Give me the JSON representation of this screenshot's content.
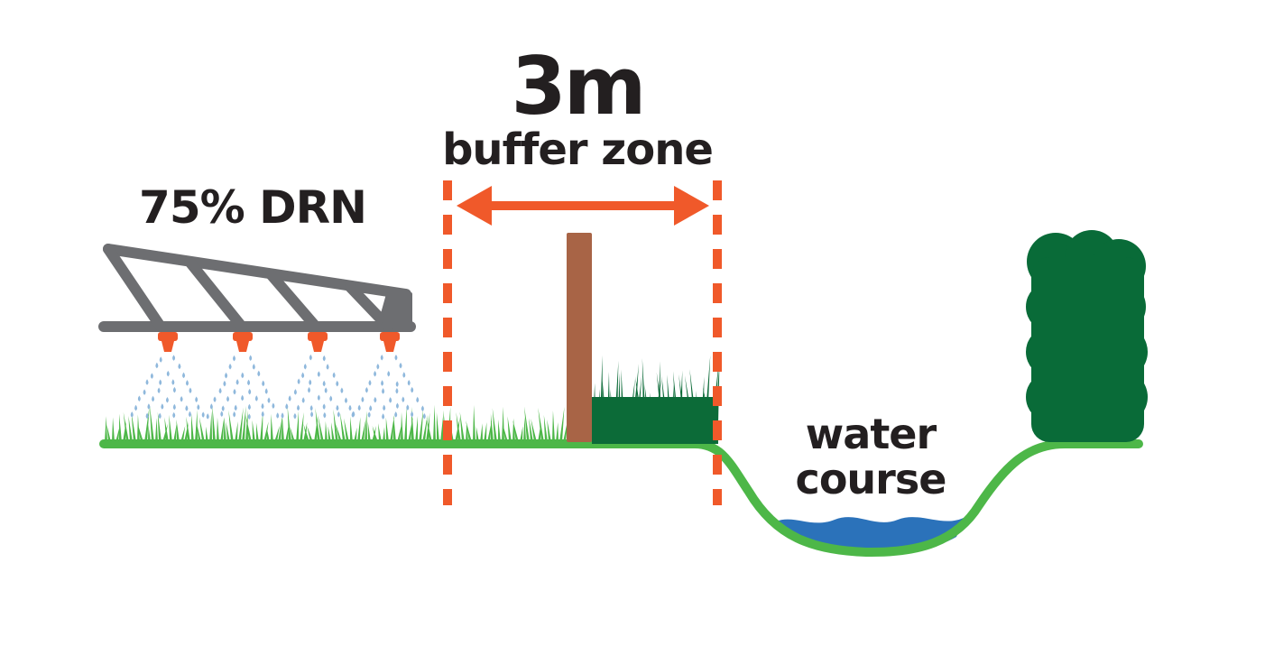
{
  "labels": {
    "buffer_distance": "3m",
    "buffer_text": "buffer zone",
    "drift_reduction": "75% DRN",
    "water_line1": "water",
    "water_line2": "course"
  },
  "colors": {
    "orange": "#f0592a",
    "grass_light": "#4db748",
    "grass_dark": "#0c6b38",
    "hedge": "#096b38",
    "water": "#2b72ba",
    "boom": "#6d6e71",
    "post": "#a86446",
    "droplet": "#8fb8dc",
    "text": "#231f20"
  },
  "icons": {
    "boom": "crop-sprayer-boom-icon",
    "nozzle": "spray-nozzle-icon",
    "post": "fence-post-icon",
    "hedge": "hedge-icon",
    "arrow": "double-headed-arrow-icon"
  }
}
